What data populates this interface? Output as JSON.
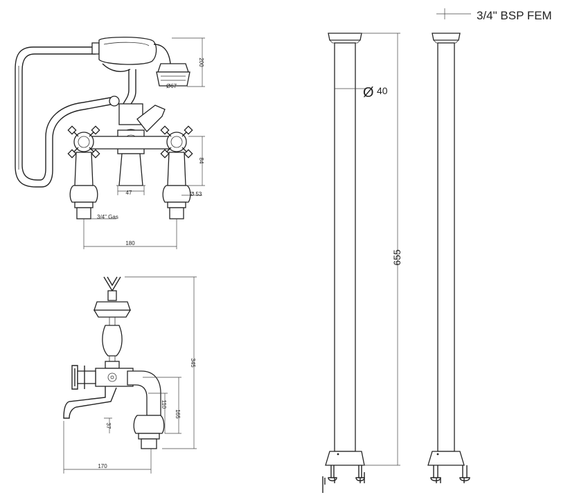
{
  "front_view": {
    "dim_handset_height": "200",
    "dim_rose_diameter": "Ø67",
    "dim_body_height": "84",
    "dim_spout_width": "47",
    "dim_base_diameter": "Ø 53",
    "dim_thread": "3/4\" Gas",
    "dim_centres": "180"
  },
  "side_view": {
    "dim_total_height": "345",
    "dim_spout_height": "110",
    "dim_outlet_height": "165",
    "dim_spout_drop": "37",
    "dim_projection": "170"
  },
  "standpipes": {
    "thread_label": "3/4\" BSP FEM",
    "diameter_symbol": "Ø",
    "diameter_value": "40",
    "height_value": "655"
  }
}
